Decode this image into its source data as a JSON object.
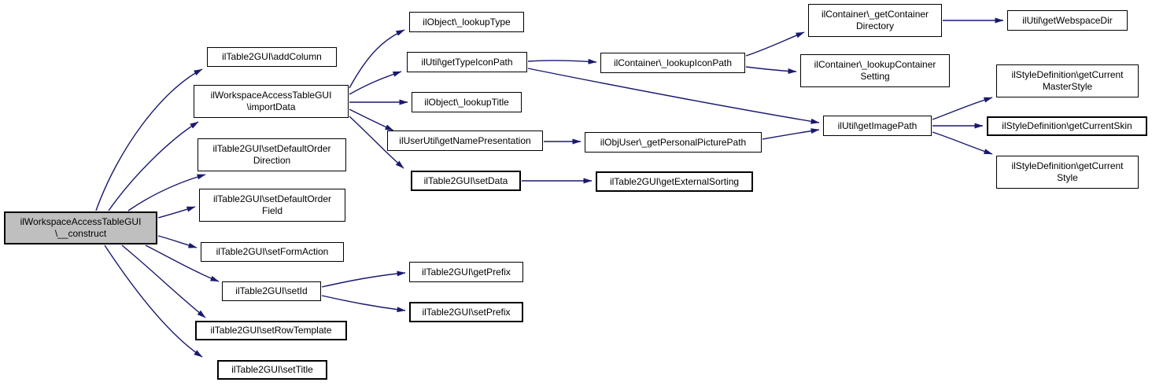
{
  "graph": {
    "type": "call-graph",
    "colors": {
      "background": "#ffffff",
      "edge": "#191970",
      "node_border": "#000000",
      "node_fill": "#ffffff",
      "root_fill": "#bfbfbf",
      "text": "#000000"
    },
    "nodes": {
      "construct": {
        "label": "ilWorkspaceAccessTableGUI\n\\__construct"
      },
      "addColumn": {
        "label": "ilTable2GUI\\addColumn"
      },
      "importData": {
        "label": "ilWorkspaceAccessTableGUI\n\\importData"
      },
      "setDefaultOrderDirection": {
        "label": "ilTable2GUI\\setDefaultOrder\nDirection"
      },
      "setDefaultOrderField": {
        "label": "ilTable2GUI\\setDefaultOrder\nField"
      },
      "setFormAction": {
        "label": "ilTable2GUI\\setFormAction"
      },
      "setId": {
        "label": "ilTable2GUI\\setId"
      },
      "setRowTemplate": {
        "label": "ilTable2GUI\\setRowTemplate"
      },
      "setTitle": {
        "label": "ilTable2GUI\\setTitle"
      },
      "lookupType": {
        "label": "ilObject\\_lookupType"
      },
      "getTypeIconPath": {
        "label": "ilUtil\\getTypeIconPath"
      },
      "lookupTitle": {
        "label": "ilObject\\_lookupTitle"
      },
      "getNamePresentation": {
        "label": "ilUserUtil\\getNamePresentation"
      },
      "setData": {
        "label": "ilTable2GUI\\setData"
      },
      "getPrefix": {
        "label": "ilTable2GUI\\getPrefix"
      },
      "setPrefix": {
        "label": "ilTable2GUI\\setPrefix"
      },
      "lookupIconPath": {
        "label": "ilContainer\\_lookupIconPath"
      },
      "getPersonalPicturePath": {
        "label": "ilObjUser\\_getPersonalPicturePath"
      },
      "getExternalSorting": {
        "label": "ilTable2GUI\\getExternalSorting"
      },
      "getContainerDirectory": {
        "label": "ilContainer\\_getContainer\nDirectory"
      },
      "lookupContainerSetting": {
        "label": "ilContainer\\_lookupContainer\nSetting"
      },
      "getImagePath": {
        "label": "ilUtil\\getImagePath"
      },
      "getWebspaceDir": {
        "label": "ilUtil\\getWebspaceDir"
      },
      "getCurrentMasterStyle": {
        "label": "ilStyleDefinition\\getCurrent\nMasterStyle"
      },
      "getCurrentSkin": {
        "label": "ilStyleDefinition\\getCurrentSkin"
      },
      "getCurrentStyle": {
        "label": "ilStyleDefinition\\getCurrent\nStyle"
      }
    },
    "edges": [
      {
        "from": "construct",
        "to": "addColumn"
      },
      {
        "from": "construct",
        "to": "importData"
      },
      {
        "from": "construct",
        "to": "setDefaultOrderDirection"
      },
      {
        "from": "construct",
        "to": "setDefaultOrderField"
      },
      {
        "from": "construct",
        "to": "setFormAction"
      },
      {
        "from": "construct",
        "to": "setId"
      },
      {
        "from": "construct",
        "to": "setRowTemplate"
      },
      {
        "from": "construct",
        "to": "setTitle"
      },
      {
        "from": "importData",
        "to": "lookupType"
      },
      {
        "from": "importData",
        "to": "getTypeIconPath"
      },
      {
        "from": "importData",
        "to": "lookupTitle"
      },
      {
        "from": "importData",
        "to": "getNamePresentation"
      },
      {
        "from": "importData",
        "to": "setData"
      },
      {
        "from": "getTypeIconPath",
        "to": "lookupIconPath"
      },
      {
        "from": "getTypeIconPath",
        "to": "getImagePath"
      },
      {
        "from": "lookupIconPath",
        "to": "getContainerDirectory"
      },
      {
        "from": "lookupIconPath",
        "to": "lookupContainerSetting"
      },
      {
        "from": "getContainerDirectory",
        "to": "getWebspaceDir"
      },
      {
        "from": "getNamePresentation",
        "to": "getPersonalPicturePath"
      },
      {
        "from": "getPersonalPicturePath",
        "to": "getImagePath"
      },
      {
        "from": "setData",
        "to": "getExternalSorting"
      },
      {
        "from": "setId",
        "to": "getPrefix"
      },
      {
        "from": "setId",
        "to": "setPrefix"
      },
      {
        "from": "getImagePath",
        "to": "getCurrentMasterStyle"
      },
      {
        "from": "getImagePath",
        "to": "getCurrentSkin"
      },
      {
        "from": "getImagePath",
        "to": "getCurrentStyle"
      }
    ]
  }
}
